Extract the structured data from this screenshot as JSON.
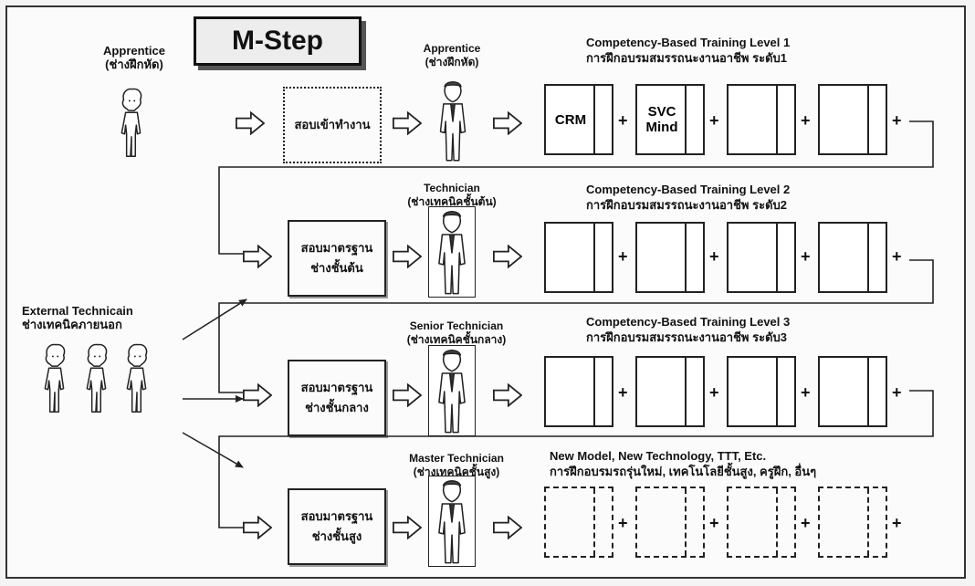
{
  "title": "M-Step",
  "left_roles": {
    "apprentice": {
      "en": "Apprentice",
      "th": "(ช่างฝึกหัด)"
    },
    "external": {
      "en": "External Technicain",
      "th": "ช่างเทคนิคภายนอก"
    }
  },
  "stages": [
    {
      "role_en": "Apprentice",
      "role_th": "(ช่างฝึกหัด)",
      "exam": [
        "สอบเข้าทำงาน"
      ],
      "training_en": "Competency-Based Training  Level 1",
      "training_th": "การฝึกอบรมสมรรถนะงานอาชีพ ระดับ1",
      "modules": [
        "CRM",
        "SVC Mind",
        "",
        ""
      ]
    },
    {
      "role_en": "Technician",
      "role_th": "(ช่างเทคนิคชั้นต้น)",
      "exam": [
        "สอบมาตรฐาน",
        "ช่างชั้นต้น"
      ],
      "training_en": "Competency-Based Training  Level 2",
      "training_th": "การฝึกอบรมสมรรถนะงานอาชีพ ระดับ2",
      "modules": [
        "",
        "",
        "",
        ""
      ]
    },
    {
      "role_en": "Senior Technician",
      "role_th": "(ช่างเทคนิคชั้นกลาง)",
      "exam": [
        "สอบมาตรฐาน",
        "ช่างชั้นกลาง"
      ],
      "training_en": "Competency-Based Training  Level 3",
      "training_th": "การฝึกอบรมสมรรถนะงานอาชีพ ระดับ3",
      "modules": [
        "",
        "",
        "",
        ""
      ]
    },
    {
      "role_en": "Master Technician",
      "role_th": "(ช่างเทคนิคชั้นสูง)",
      "exam": [
        "สอบมาตรฐาน",
        "ช่างชั้นสูง"
      ],
      "training_en": "New Model, New Technology, TTT, Etc.",
      "training_th": "การฝึกอบรมรถรุ่นใหม่, เทคโนโลยีชั้นสูง, ครูฝึก, อื่นๆ",
      "modules": [
        "",
        "",
        "",
        ""
      ]
    }
  ],
  "plus_sign": "+"
}
